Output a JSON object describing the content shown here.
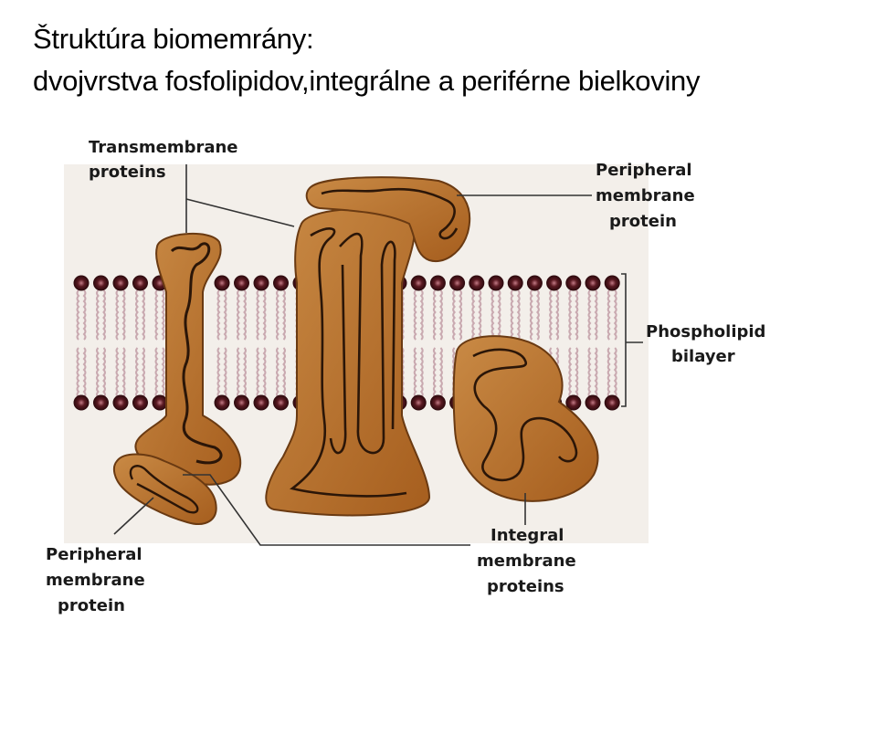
{
  "title": {
    "line1": "Štruktúra biomemrány:",
    "line2": "dvojvrstva fosfolipidov,integrálne a periférne bielkoviny"
  },
  "diagram": {
    "labels": {
      "transmembrane": [
        "Transmembrane",
        "proteins"
      ],
      "peripheral_top": [
        "Peripheral",
        "membrane",
        "protein"
      ],
      "phospholipid": [
        "Phospholipid",
        "bilayer"
      ],
      "peripheral_bottom": [
        "Peripheral",
        "membrane",
        "protein"
      ],
      "integral": [
        "Integral",
        "membrane",
        "proteins"
      ]
    },
    "colors": {
      "background": "#f3efea",
      "protein": "#b36b25",
      "protein_outline": "#6a3a12",
      "head": "#3a0f14",
      "head_center": "#b8707a",
      "tail": "#c9a9b0",
      "leader": "#333333"
    }
  }
}
